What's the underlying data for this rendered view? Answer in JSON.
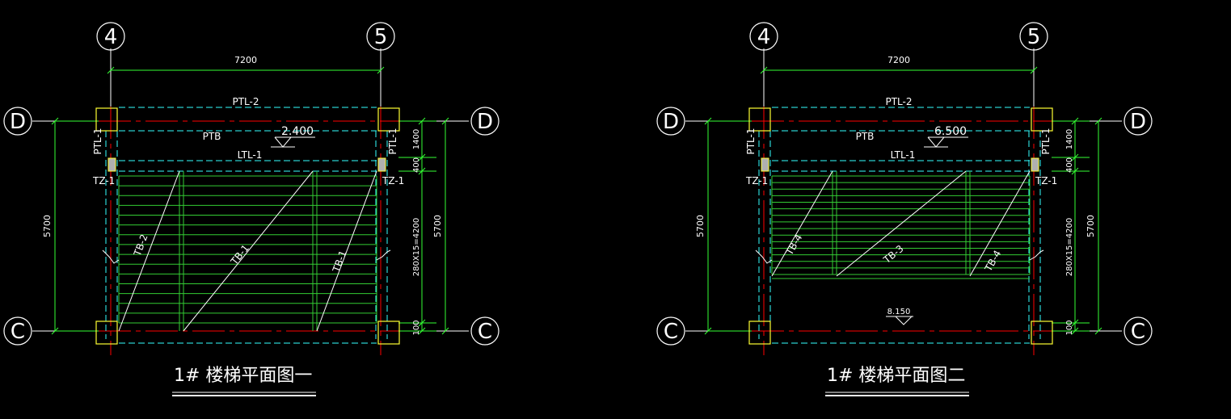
{
  "colors": {
    "background": "#000000",
    "text": "#ffffff",
    "dimension": "#33ff33",
    "tread": "#33cc33",
    "beam": "#33ffff",
    "axis": "#ff0000",
    "column": "#ffff33",
    "column_fill": "#b0b0b0"
  },
  "plans": [
    {
      "title": "1# 楼梯平面图一",
      "axis_top_left": "4",
      "axis_top_right": "5",
      "axis_row_top": "D",
      "axis_row_bottom": "C",
      "span_x": "7200",
      "span_y": "5700",
      "top_beam": "PTL-2",
      "landing_slab": "PTB",
      "landing_beam": "LTL-1",
      "side_beam": "PTL-1",
      "column": "TZ-1",
      "landing_level": "2.400",
      "dim_1400": "1400",
      "dim_400": "400",
      "dim_steps": "280X15=4200",
      "dim_100": "100",
      "flights": [
        "TB-2",
        "TB-1",
        "TB-1"
      ],
      "bottom_level": ""
    },
    {
      "title": "1# 楼梯平面图二",
      "axis_top_left": "4",
      "axis_top_right": "5",
      "axis_row_top": "D",
      "axis_row_bottom": "C",
      "span_x": "7200",
      "span_y": "5700",
      "top_beam": "PTL-2",
      "landing_slab": "PTB",
      "landing_beam": "LTL-1",
      "side_beam": "PTL-1",
      "column": "TZ-1",
      "landing_level": "6.500",
      "dim_1400": "1400",
      "dim_400": "400",
      "dim_steps": "280X15=4200",
      "dim_100": "100",
      "flights": [
        "TB-4",
        "TB-3",
        "TB-4"
      ],
      "bottom_level": "8.150"
    }
  ]
}
